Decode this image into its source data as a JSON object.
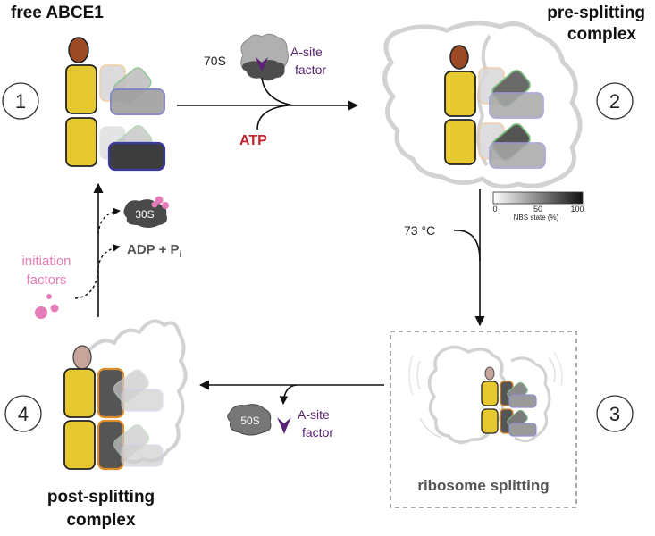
{
  "states": [
    {
      "number": "1",
      "title": [
        "free ABCE1"
      ]
    },
    {
      "number": "2",
      "title": [
        "pre-splitting",
        "complex"
      ]
    },
    {
      "number": "3",
      "title": [
        "ribosome splitting"
      ]
    },
    {
      "number": "4",
      "title": [
        "post-splitting",
        "complex"
      ]
    }
  ],
  "step_1_2": {
    "ribosome": "70S",
    "factor": [
      "A-site",
      "factor"
    ],
    "nucleotide": "ATP"
  },
  "step_2_3": {
    "temperature": "73 °C"
  },
  "step_3_4": {
    "subunit": "50S",
    "factor": [
      "A-site",
      "factor"
    ]
  },
  "step_4_1": {
    "subunit": "30S",
    "products": "ADP + P",
    "products_sub": "i",
    "initiation": [
      "initiation",
      "factors"
    ]
  },
  "colorbar": {
    "min": "0",
    "mid": "50",
    "max": "100",
    "label": "NBS state (%)"
  },
  "colors": {
    "fes_domain": "#9a4a25",
    "fes_light": "#c8a59a",
    "hinge": "#e6c830",
    "nbd_dark": "#3d3d3d",
    "nbd_light": "#b5b5b5",
    "ribosome_outline": "#d0d0d0",
    "a_site_factor": "#5a2373",
    "atp": "#c0262d",
    "initiation": "#e57bb8",
    "subunit_fill": "#555555"
  }
}
